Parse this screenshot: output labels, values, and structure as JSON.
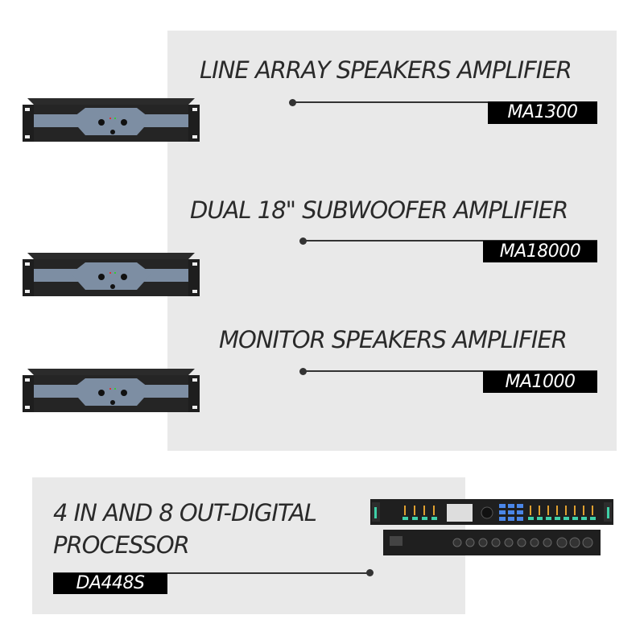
{
  "products": [
    {
      "title": "LINE ARRAY SPEAKERS AMPLIFIER",
      "model": "MA1300",
      "image": "amplifier-2u-icon"
    },
    {
      "title": "DUAL 18\" SUBWOOFER AMPLIFIER",
      "model": "MA18000",
      "image": "amplifier-2u-icon"
    },
    {
      "title": "MONITOR SPEAKERS AMPLIFIER",
      "model": "MA1000",
      "image": "amplifier-2u-icon"
    }
  ],
  "processor": {
    "title_line1": "4 IN AND 8 OUT-DIGITAL",
    "title_line2": "PROCESSOR",
    "model": "DA448S",
    "image": "digital-processor-icon"
  },
  "colors": {
    "panel": "#e9e9e9",
    "tag_bg": "#000000",
    "tag_text": "#ffffff",
    "text": "#2a2a2a",
    "amp_face": "#7d8ea3"
  }
}
